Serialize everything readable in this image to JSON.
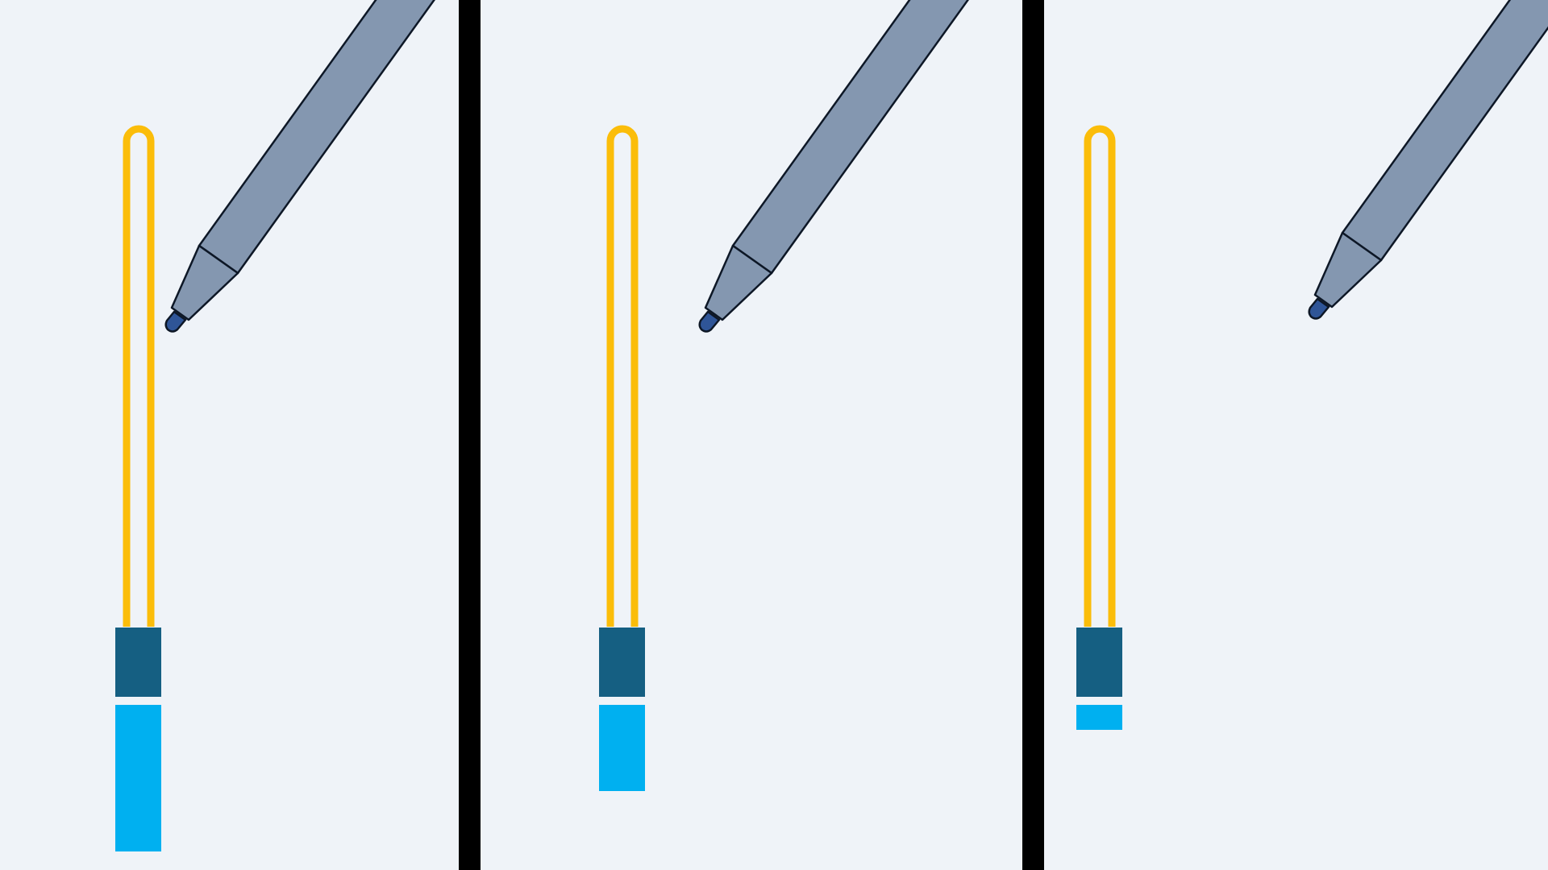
{
  "colors": {
    "background": "#eff3f8",
    "divider": "#000000",
    "loop": "#fbbd0a",
    "connector_dark": "#155f82",
    "connector_light": "#00b0f0",
    "pen_body": "#8497b0",
    "pen_tip": "#2f5597",
    "outline": "#0d1726"
  },
  "panels": [
    {
      "id": "panel-1",
      "light_block_level": 1.0
    },
    {
      "id": "panel-2",
      "light_block_level": 0.59
    },
    {
      "id": "panel-3",
      "light_block_level": 0.17
    }
  ]
}
